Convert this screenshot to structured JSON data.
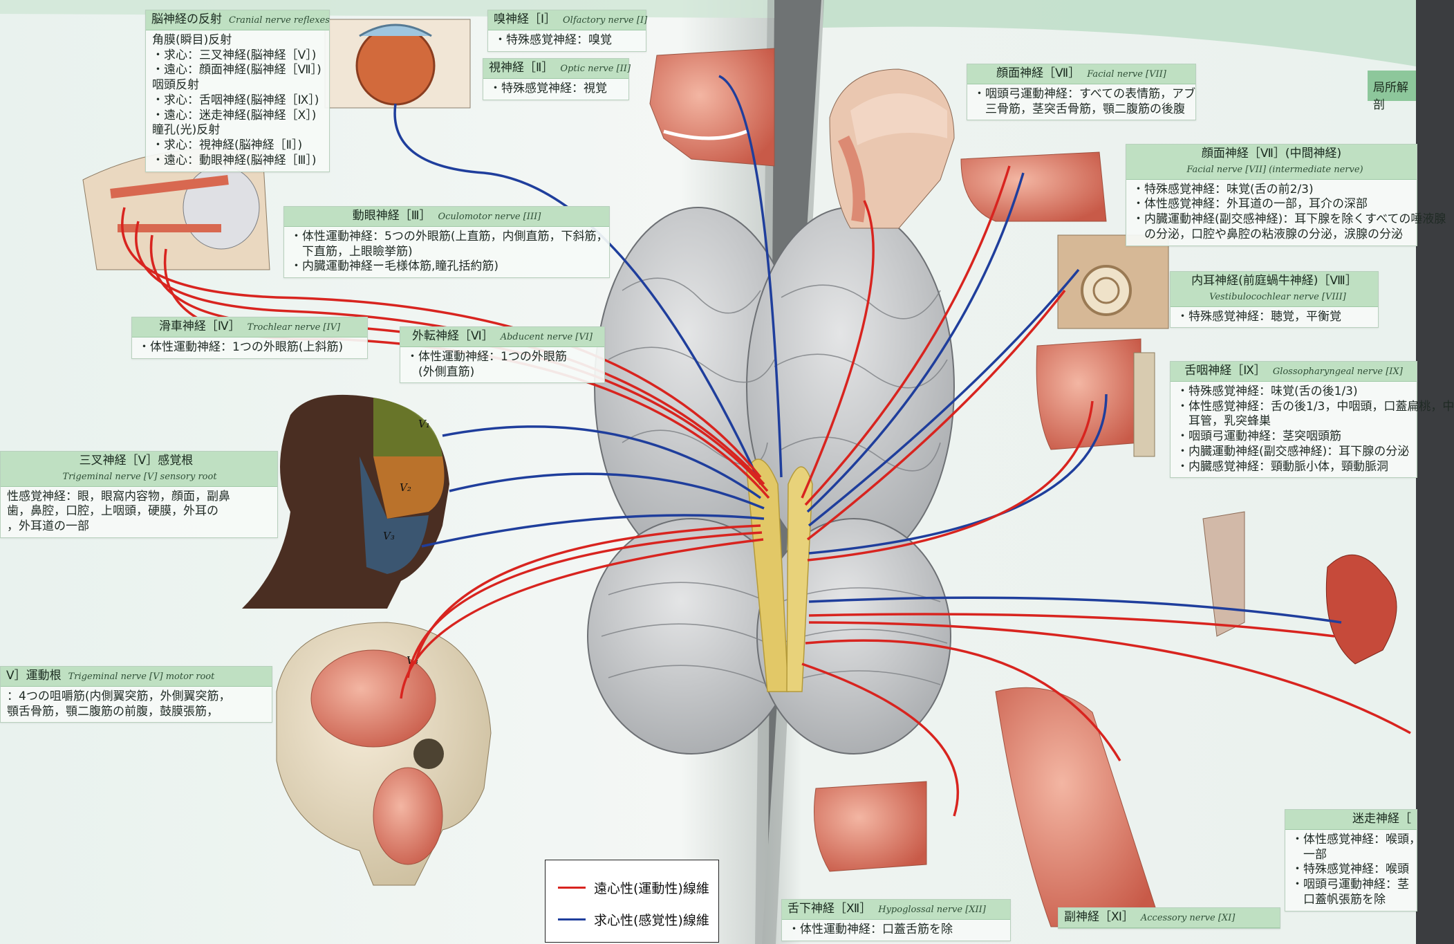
{
  "colors": {
    "motor_fiber": "#d8241f",
    "sensory_fiber": "#1f3e9c",
    "label_header": "#bfe0c2",
    "page": "#f5f8f6"
  },
  "header_tab": "局所解剖",
  "labels": {
    "reflexes": {
      "title": "脳神経の反射",
      "en": "Cranial nerve reflexes",
      "lines": [
        "角膜(瞬目)反射",
        "・求心：三叉神経(脳神経［Ⅴ］)",
        "・遠心：顔面神経(脳神経［Ⅶ］)",
        "咽頭反射",
        "・求心：舌咽神経(脳神経［Ⅸ］)",
        "・遠心：迷走神経(脳神経［Ⅹ］)",
        "瞳孔(光)反射",
        "・求心：視神経(脳神経［Ⅱ］)",
        "・遠心：動眼神経(脳神経［Ⅲ］)"
      ]
    },
    "olfactory": {
      "title": "嗅神経［Ⅰ］",
      "en": "Olfactory nerve [I]",
      "lines": [
        "・特殊感覚神経：嗅覚"
      ]
    },
    "optic": {
      "title": "視神経［Ⅱ］",
      "en": "Optic nerve [II]",
      "lines": [
        "・特殊感覚神経：視覚"
      ]
    },
    "oculomotor": {
      "title": "動眼神経［Ⅲ］",
      "en": "Oculomotor nerve [III]",
      "lines": [
        "・体性運動神経：5つの外眼筋(上直筋，内側直筋，下斜筋，",
        "　下直筋，上眼瞼挙筋)",
        "・内臓運動神経ー毛様体筋,瞳孔括約筋)"
      ]
    },
    "trochlear": {
      "title": "滑車神経［Ⅳ］",
      "en": "Trochlear nerve [IV]",
      "lines": [
        "・体性運動神経：1つの外眼筋(上斜筋)"
      ]
    },
    "abducent": {
      "title": "外転神経［Ⅵ］",
      "en": "Abducent nerve [VI]",
      "lines": [
        "・体性運動神経：1つの外眼筋",
        "　(外側直筋)"
      ]
    },
    "trigeminal_sensory": {
      "title": "三叉神経［Ⅴ］感覚根",
      "en": "Trigeminal nerve [V] sensory root",
      "lines": [
        "性感覚神経：眼，眼窩内容物，顔面，副鼻",
        "歯，鼻腔，口腔，上咽頭，硬膜，外耳の",
        "，外耳道の一部"
      ]
    },
    "trigeminal_motor": {
      "title": "Ⅴ］運動根",
      "en": "Trigeminal nerve [V] motor root",
      "lines": [
        "：4つの咀嚼筋(内側翼突筋，外側翼突筋，",
        "顎舌骨筋，顎二腹筋の前腹，鼓膜張筋，"
      ]
    },
    "facial": {
      "title": "顔面神経［Ⅶ］",
      "en": "Facial nerve [VII]",
      "lines": [
        "・咽頭弓運動神経：すべての表情筋，アブ",
        "　三骨筋，茎突舌骨筋，顎二腹筋の後腹"
      ]
    },
    "intermediate": {
      "title": "顔面神経［Ⅶ］(中間神経)",
      "en": "Facial nerve [VII] (intermediate nerve)",
      "lines": [
        "・特殊感覚神経：味覚(舌の前2/3)",
        "・体性感覚神経：外耳道の一部，耳介の深部",
        "・内臓運動神経(副交感神経)：耳下腺を除くすべての唾液腺",
        "　の分泌，口腔や鼻腔の粘液腺の分泌，涙腺の分泌"
      ]
    },
    "vestibulocochlear": {
      "title": "内耳神経(前庭蝸牛神経)［Ⅷ］",
      "en": "Vestibulocochlear nerve [VIII]",
      "lines": [
        "・特殊感覚神経：聴覚，平衡覚"
      ]
    },
    "glossopharyngeal": {
      "title": "舌咽神経［Ⅸ］",
      "en": "Glossopharyngeal nerve [IX]",
      "lines": [
        "・特殊感覚神経：味覚(舌の後1/3)",
        "・体性感覚神経：舌の後1/3，中咽頭，口蓋扁桃，中",
        "　耳管，乳突蜂巣",
        "・咽頭弓運動神経：茎突咽頭筋",
        "・内臓運動神経(副交感神経)：耳下腺の分泌",
        "・内臓感覚神経：頸動脈小体，頸動脈洞"
      ]
    },
    "vagus": {
      "title": "迷走神経［",
      "en": "",
      "lines": [
        "・体性感覚神経：喉頭，",
        "　一部",
        "・特殊感覚神経：喉頭",
        "・咽頭弓運動神経：茎",
        "　口蓋帆張筋を除",
        ""
      ]
    },
    "hypoglossal": {
      "title": "舌下神経［Ⅻ］",
      "en": "Hypoglossal nerve [XII]",
      "lines": [
        "・体性運動神経：口蓋舌筋を除"
      ]
    },
    "accessory": {
      "title": "副神経［Ⅺ］",
      "en": "Accessory nerve [XI]",
      "lines": []
    }
  },
  "face_zones": [
    "V1",
    "V2",
    "V3"
  ],
  "motor_root_zone": "V3",
  "legend": {
    "motor_label": "遠心性(運動性)線維",
    "sensory_label": "求心性(感覚性)線維"
  }
}
